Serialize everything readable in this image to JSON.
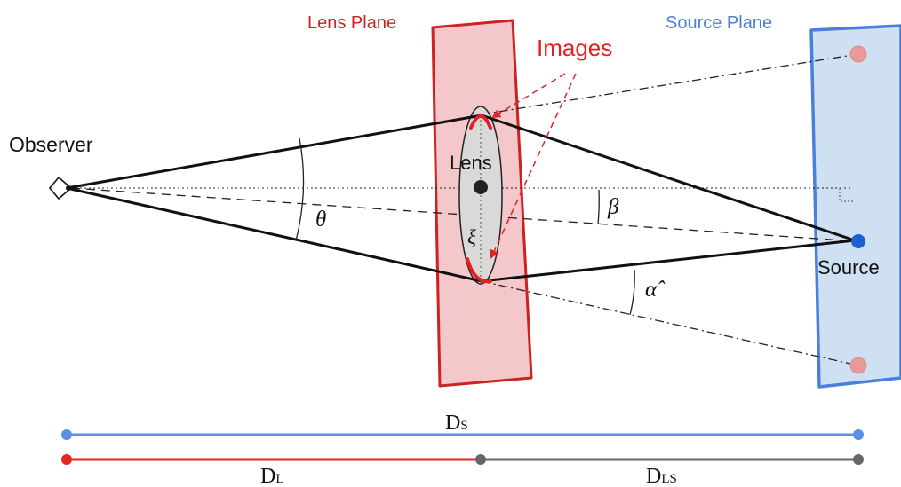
{
  "labels": {
    "lens_plane": "Lens Plane",
    "source_plane": "Source Plane",
    "images": "Images",
    "observer": "Observer",
    "lens": "Lens",
    "source": "Source",
    "theta": "θ",
    "beta": "β",
    "alpha_hat": "α̂",
    "xi": "ξ"
  },
  "distances": {
    "ds": {
      "main": "D",
      "sub": "S"
    },
    "dl": {
      "main": "D",
      "sub": "L"
    },
    "dls": {
      "main": "D",
      "sub": "LS"
    }
  },
  "colors": {
    "lens_plane": "#cc2222",
    "lens_plane_fill": "#f4c7cb",
    "source_plane": "#4a7fdc",
    "source_plane_fill": "#cfe0f3",
    "images": "#e62020",
    "source_dot": "#1f5fd0",
    "ghost_image_dot": "#eb9a9a",
    "ray": "#111111",
    "bar_ds": "#5b8ee6",
    "bar_dl": "#e52424",
    "bar_dls": "#666666"
  }
}
